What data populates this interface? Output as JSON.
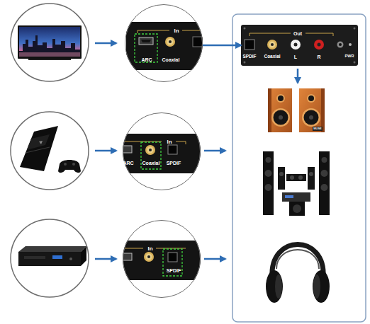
{
  "diagram": {
    "nodes": [
      {
        "text": [
          "In",
          "ARC",
          "Coaxial"
        ]
      },
      {
        "text": [
          "Out",
          "SPDIF",
          "Coaxial",
          "L",
          "R",
          "PWR"
        ]
      },
      {
        "text": [
          "In",
          "ARC",
          "Coaxial",
          "SPDIF"
        ]
      },
      {
        "text": [
          "In",
          "SPDIF"
        ]
      }
    ],
    "edges": [
      {
        "from": 0,
        "to": 1,
        "arrow": "to"
      }
    ],
    "labels": [
      "MUSE"
    ]
  }
}
